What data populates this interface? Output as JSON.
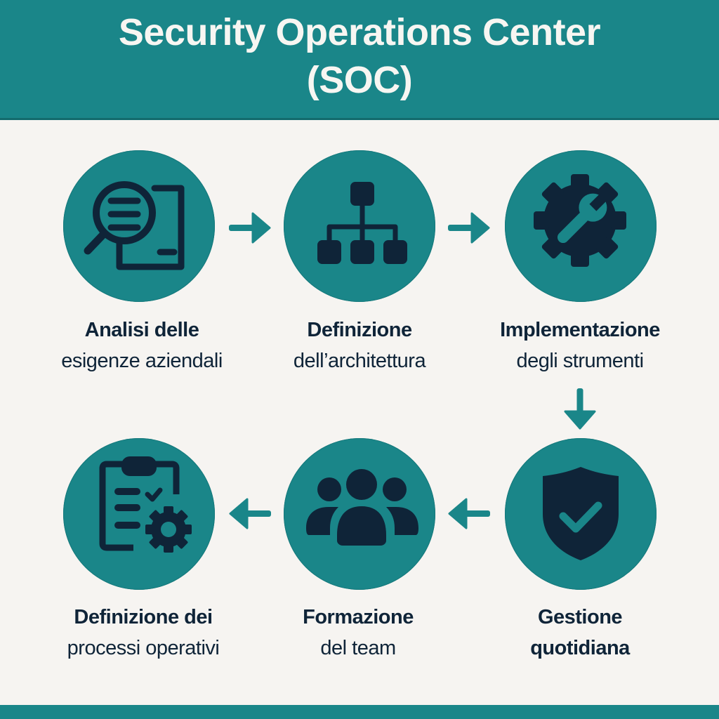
{
  "header": {
    "title_line1": "Security Operations Center",
    "title_line2": "(SOC)"
  },
  "colors": {
    "teal": "#1a8689",
    "navy": "#0f2438",
    "background": "#f6f4f1"
  },
  "steps": [
    {
      "icon": "document-search-icon",
      "line1": "Analisi delle",
      "line2": "esigenze aziendali"
    },
    {
      "icon": "hierarchy-icon",
      "line1": "Definizione",
      "line2": "dell’architettura"
    },
    {
      "icon": "gear-wrench-icon",
      "line1": "Implementazione",
      "line2": "degli strumenti"
    },
    {
      "icon": "shield-check-icon",
      "line1": "Gestione",
      "line2": "quotidiana"
    },
    {
      "icon": "team-icon",
      "line1": "Formazione",
      "line2": "del team"
    },
    {
      "icon": "clipboard-gear-icon",
      "line1": "Definizione dei",
      "line2": "processi operativi"
    }
  ],
  "flow": [
    "right",
    "right",
    "down",
    "left",
    "left"
  ]
}
